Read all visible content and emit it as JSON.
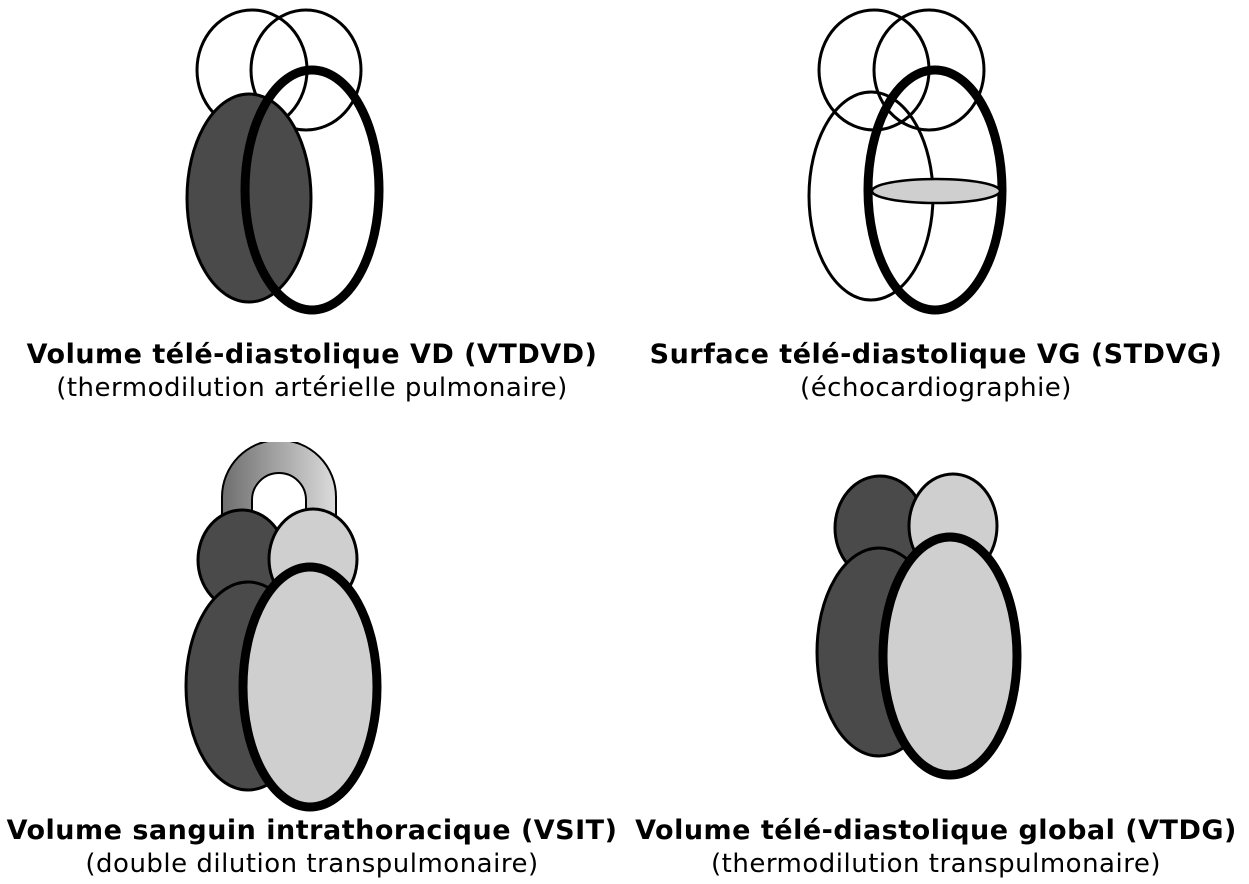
{
  "panels": [
    {
      "title": "Volume télé-diastolique VD (VTDVD)",
      "subtitle": "(thermodilution artérielle pulmonaire)"
    },
    {
      "title": "Surface télé-diastolique VG (STDVG)",
      "subtitle": "(échocardiographie)"
    },
    {
      "title": "Volume sanguin intrathoracique (VSIT)",
      "subtitle": "(double dilution transpulmonaire)"
    },
    {
      "title": "Volume télé-diastolique global (VTDG)",
      "subtitle": "(thermodilution transpulmonaire)"
    }
  ],
  "colors": {
    "dark_fill": "#4a4a4a",
    "light_fill": "#cfcfcf",
    "stroke": "#000000",
    "background": "#ffffff"
  }
}
